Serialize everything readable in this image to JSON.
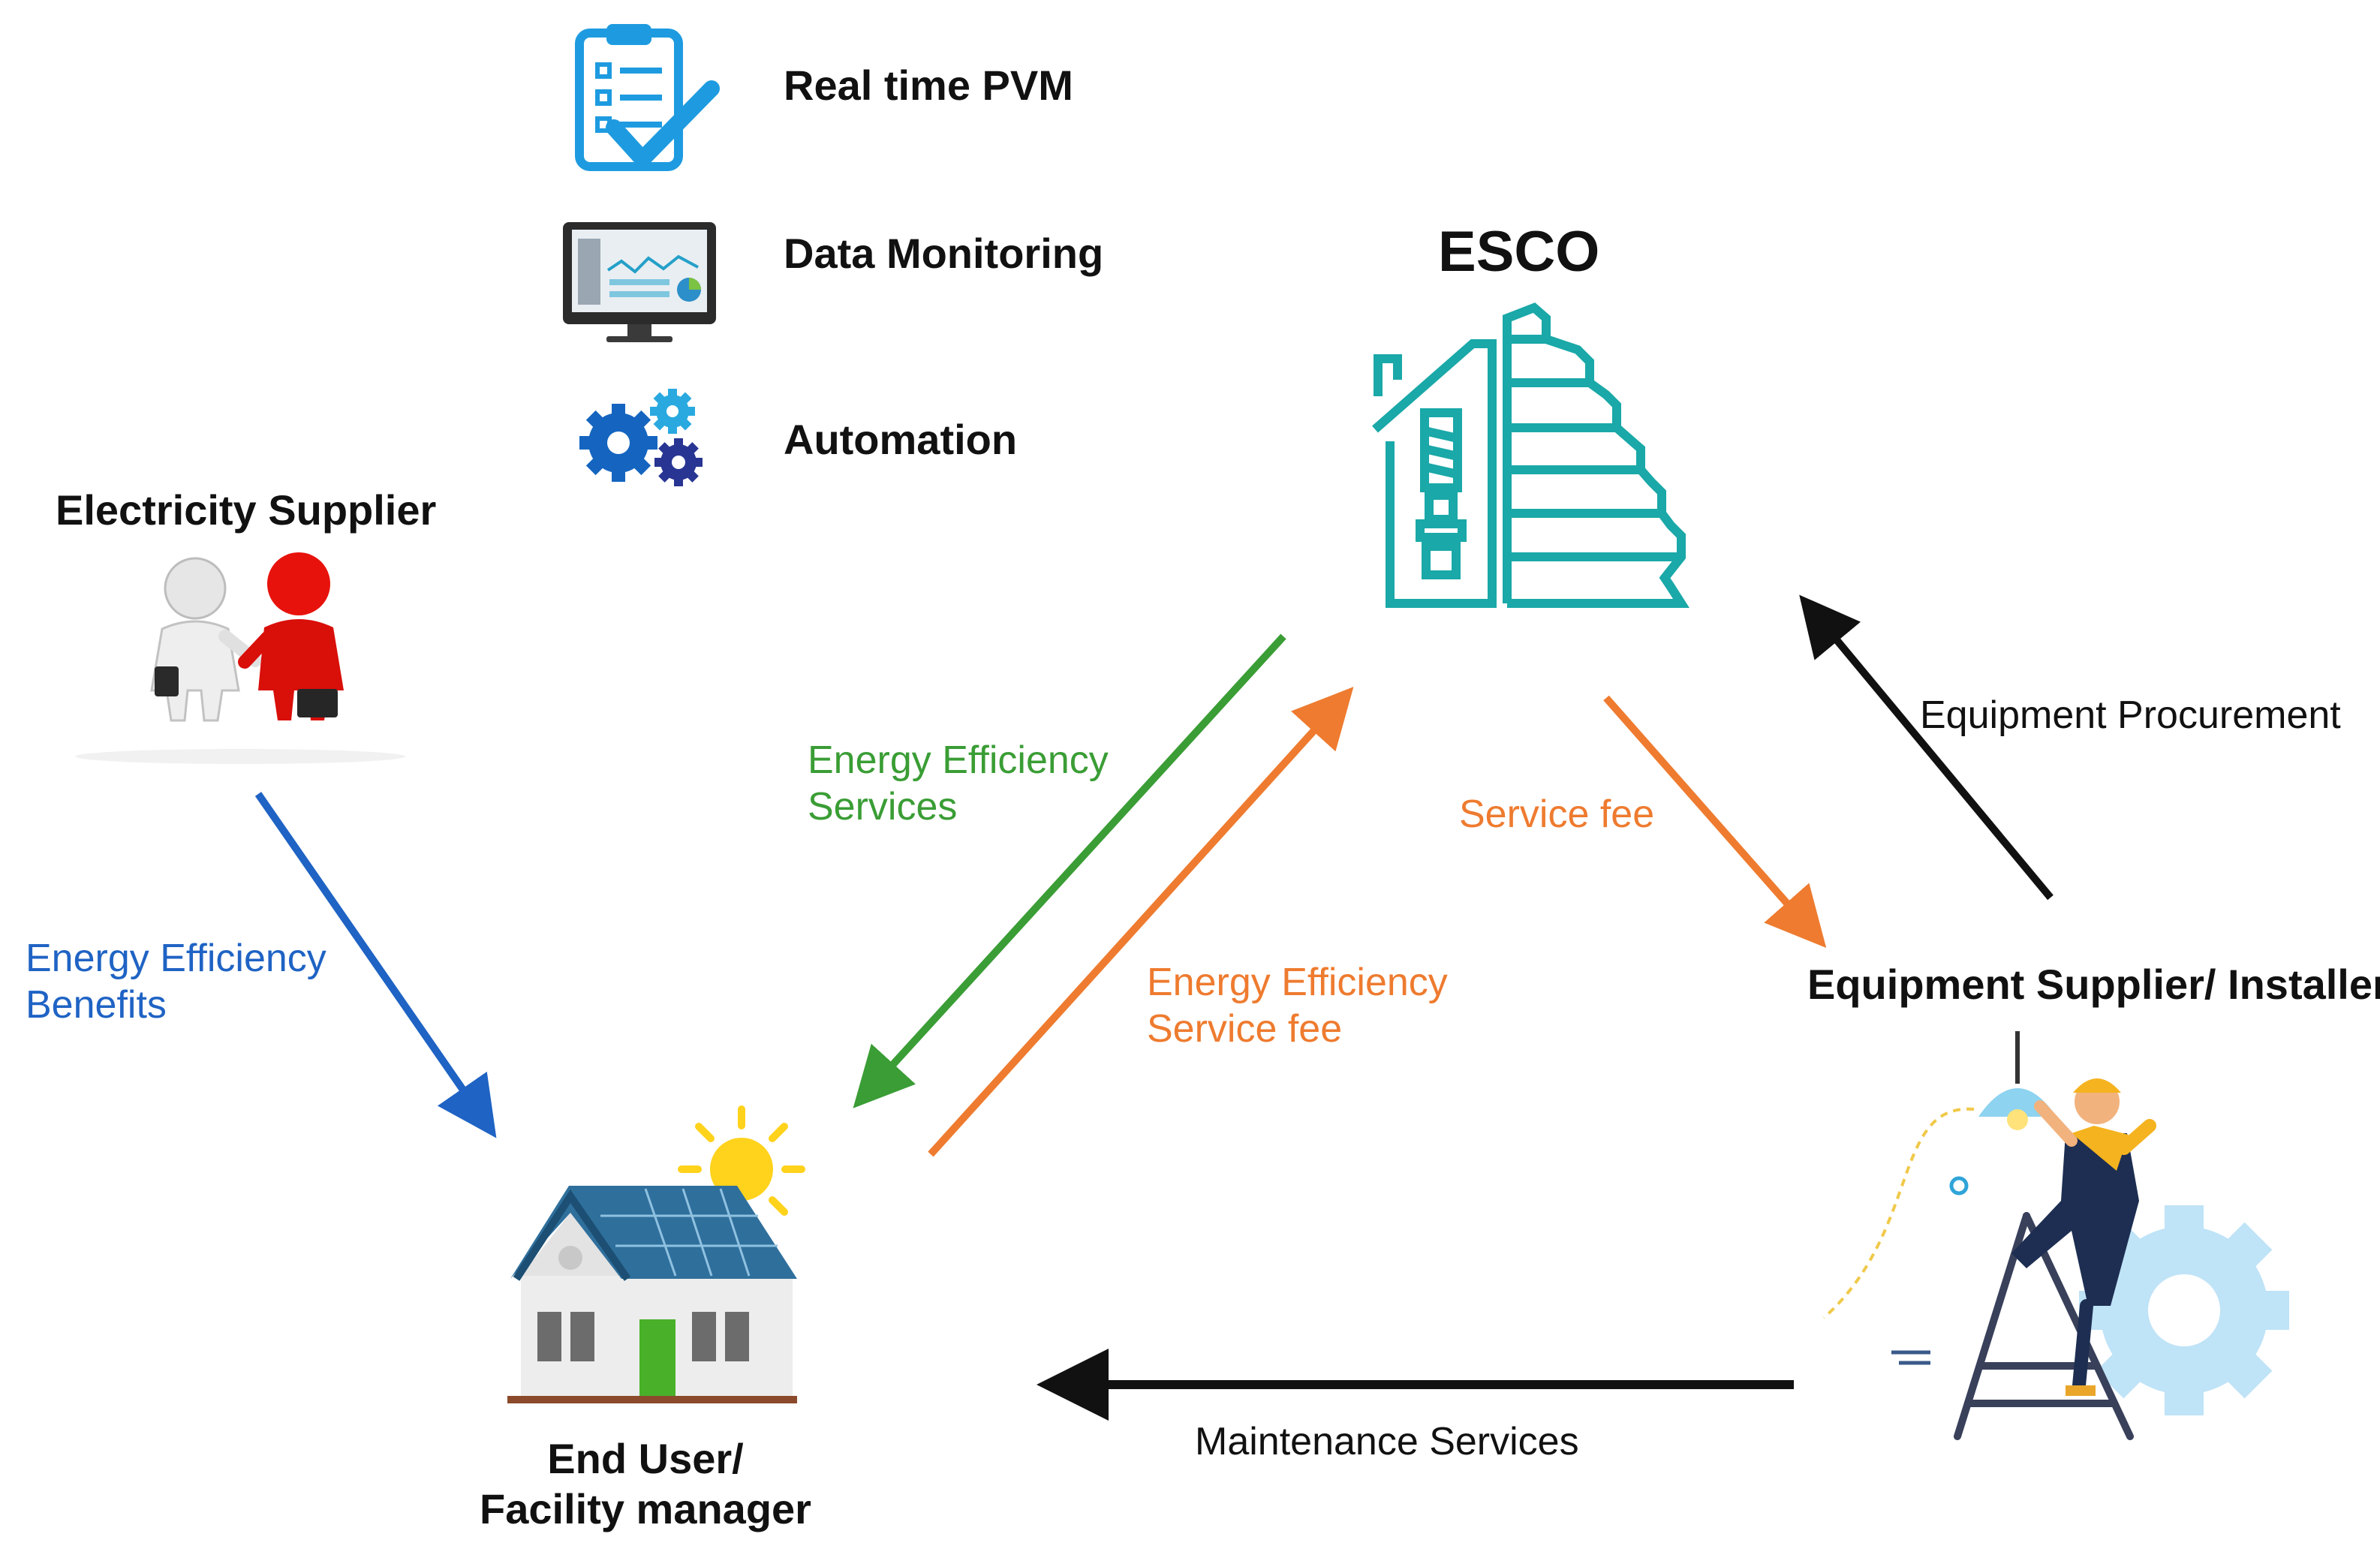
{
  "legend": {
    "items": [
      {
        "label": "Real time PVM",
        "icon": "clipboard-checklist-icon"
      },
      {
        "label": "Data Monitoring",
        "icon": "monitor-chart-icon"
      },
      {
        "label": "Automation",
        "icon": "gears-icon"
      }
    ]
  },
  "nodes": {
    "esco": {
      "label": "ESCO",
      "icon": "energy-efficient-house-icon"
    },
    "electricity_supplier": {
      "label": "Electricity Supplier",
      "icon": "handshake-people-icon"
    },
    "end_user": {
      "line1": "End User/",
      "line2": "Facility manager",
      "icon": "solar-house-icon"
    },
    "equipment_supplier": {
      "label": "Equipment Supplier/ Installer",
      "icon": "installer-on-ladder-icon"
    }
  },
  "flows": {
    "ee_services": {
      "line1": "Energy Efficiency",
      "line2": "Services"
    },
    "ee_service_fee": {
      "line1": "Energy Efficiency",
      "line2": "Service fee"
    },
    "service_fee": {
      "label": "Service fee"
    },
    "equipment_procurement": {
      "label": "Equipment Procurement"
    },
    "ee_benefits": {
      "line1": "Energy Efficiency",
      "line2": "Benefits"
    },
    "maintenance": {
      "label": "Maintenance Services"
    }
  },
  "colors": {
    "green": "#3a9d35",
    "orange": "#ee7b2f",
    "blue": "#1f63c4",
    "black": "#111111",
    "teal": "#1aa8a8",
    "icon_blue": "#1e9be0"
  }
}
